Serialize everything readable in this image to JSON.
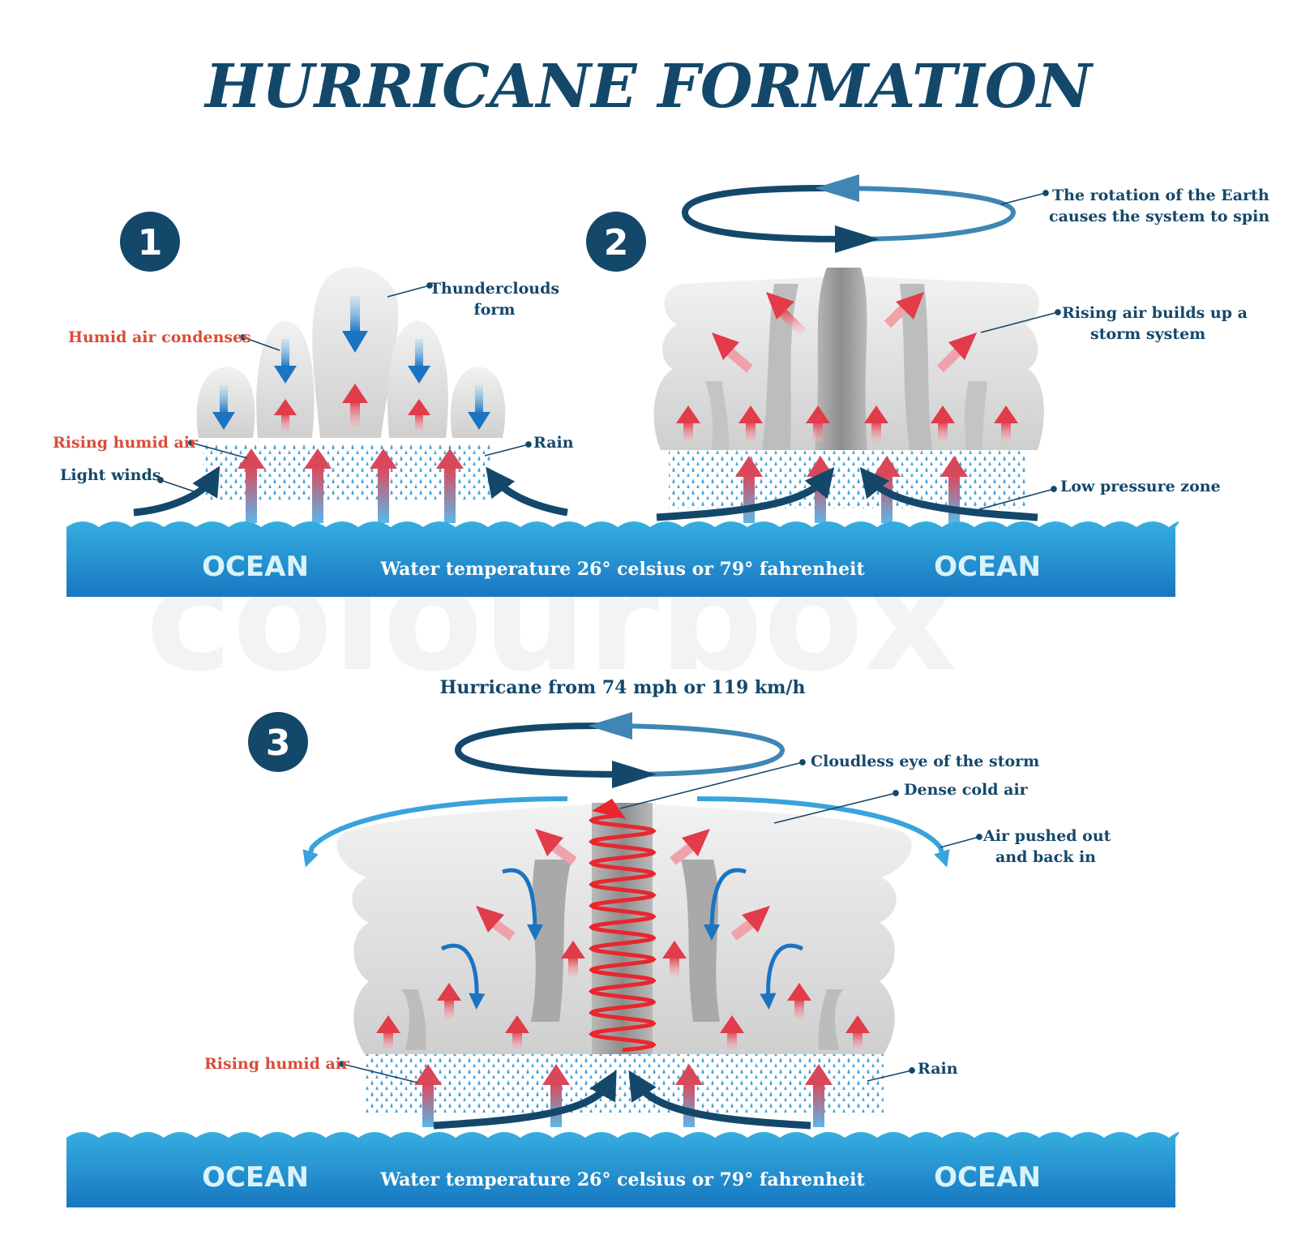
{
  "title": "HURRICANE FORMATION",
  "watermark": "colourbox",
  "colors": {
    "navy": "#14486a",
    "label_red": "#d94c3a",
    "ocean_top": "#2fa7dc",
    "ocean_bottom": "#1a7fc4",
    "cloud": "#d9d9d9",
    "rain": "#4aa3d8",
    "spiral_red": "#e8262e"
  },
  "stage1": {
    "badge": "1",
    "thunderclouds": [
      "Thunderclouds",
      "form"
    ],
    "humid_air_condenses": "Humid air condenses",
    "rising_humid_air": "Rising humid air",
    "light_winds": "Light winds",
    "rain": "Rain"
  },
  "stage2": {
    "badge": "2",
    "rotation": [
      "The rotation of the Earth",
      "causes the system to spin"
    ],
    "rising_air": [
      "Rising air builds up a",
      "storm system"
    ],
    "low_pressure": "Low pressure zone"
  },
  "ocean1": {
    "left": "OCEAN",
    "temperature": "Water temperature 26° celsius or 79° fahrenheit",
    "right": "OCEAN"
  },
  "stage3": {
    "badge": "3",
    "speed": "Hurricane from 74 mph or 119 km/h",
    "eye": "Cloudless eye of the storm",
    "dense_cold_air": "Dense cold air",
    "air_pushed": [
      "Air pushed out",
      "and back in"
    ],
    "rising_humid_air": "Rising humid air",
    "rain": "Rain"
  },
  "ocean2": {
    "left": "OCEAN",
    "temperature": "Water temperature 26° celsius or 79° fahrenheit",
    "right": "OCEAN"
  }
}
